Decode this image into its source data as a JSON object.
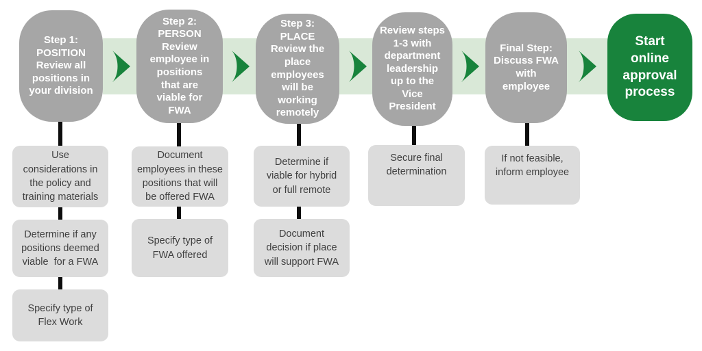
{
  "colors": {
    "node_gray": "#a6a6a6",
    "substep_gray": "#dcdcdc",
    "band_green": "#d9e8d7",
    "accent_green": "#18833c",
    "node_text": "#ffffff",
    "substep_text": "#404040",
    "connector_black": "#0d0d0d",
    "page_bg": "#ffffff"
  },
  "flow": {
    "arrow_icon": "chevron-right",
    "steps": [
      {
        "label": "Step 1:\nPOSITION\nReview all\npositions in\nyour division",
        "substeps": [
          "Use\nconsiderations in\nthe policy and\ntraining materials",
          "Determine if any\npositions deemed\nviable  for a FWA",
          "Specify type of\nFlex Work"
        ]
      },
      {
        "label": "Step 2:\nPERSON\nReview\nemployee in\npositions\nthat are\nviable for\nFWA",
        "substeps": [
          "Document\nemployees in these\npositions that will\nbe offered FWA",
          "Specify type of\nFWA offered"
        ]
      },
      {
        "label": "Step 3:\nPLACE\nReview the\nplace\nemployees\nwill be\nworking\nremotely",
        "substeps": [
          "Determine if\nviable for hybrid\nor full remote",
          "Document\ndecision if place\nwill support FWA"
        ]
      },
      {
        "label": "Review steps\n1-3 with\ndepartment\nleadership\nup to the\nVice\nPresident",
        "substeps": [
          "Secure final\ndetermination"
        ]
      },
      {
        "label": "Final Step:\nDiscuss FWA\nwith\nemployee",
        "substeps": [
          "If not feasible,\ninform employee"
        ]
      }
    ],
    "terminal": {
      "label": "Start\nonline\napproval\nprocess"
    }
  }
}
